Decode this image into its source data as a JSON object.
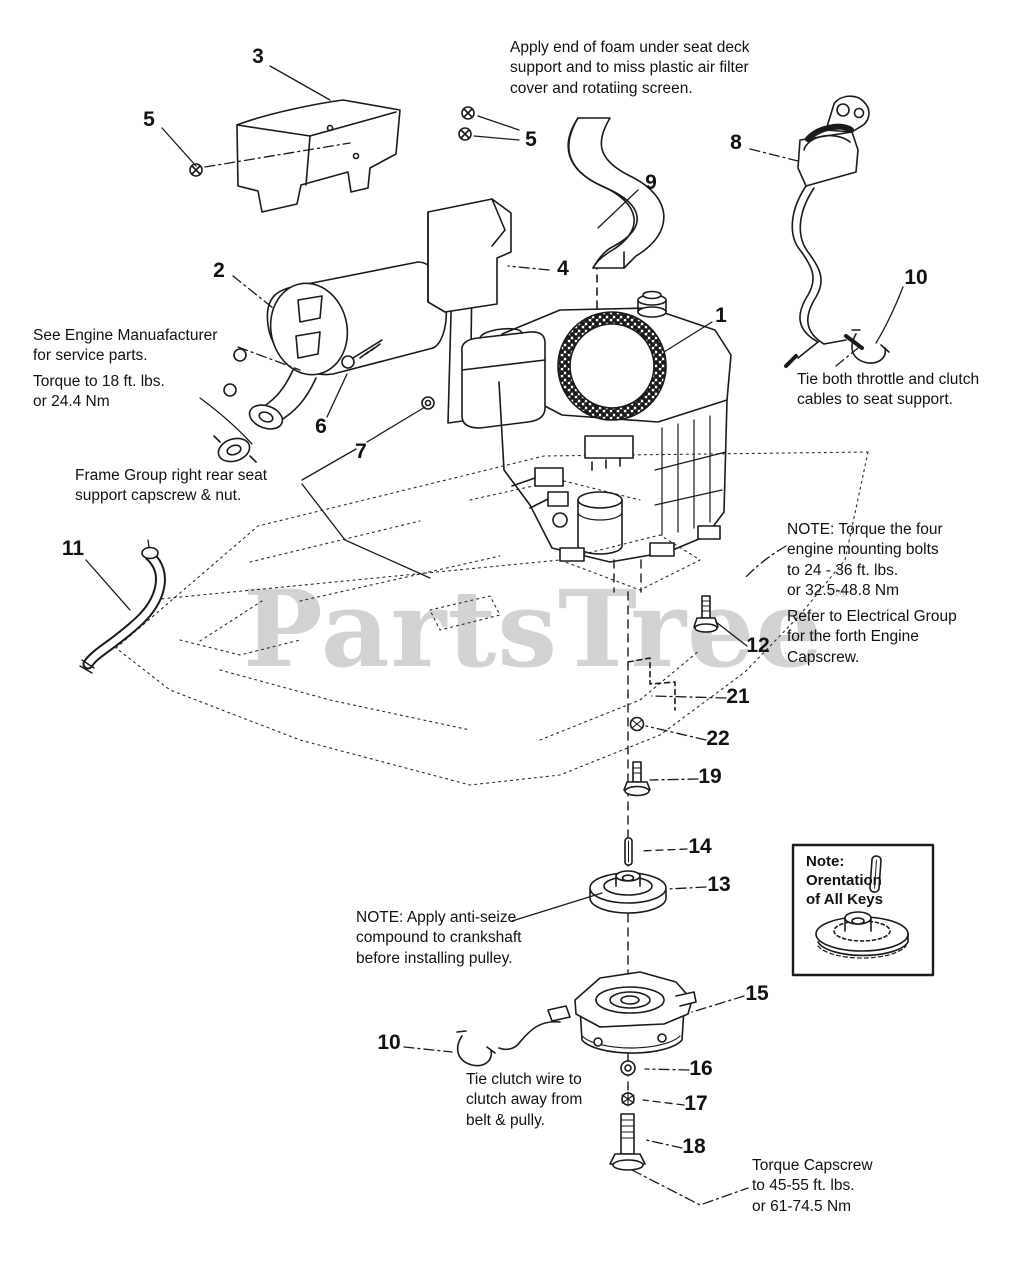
{
  "watermark": {
    "text": "PartsTree",
    "tm": "™",
    "color": "#d3d3d3"
  },
  "notes": {
    "foam": "Apply end of foam under seat deck\nsupport and to miss plastic air filter\ncover and rotatiing screen.",
    "engine_mfr": "See Engine Manuafacturer\nfor service parts.",
    "torque18": "Torque to 18 ft. lbs.\nor 24.4 Nm",
    "frame_group": "Frame Group right rear seat\nsupport capscrew & nut.",
    "tie_cables": "Tie both throttle and clutch\ncables to seat support.",
    "engine_bolts": "NOTE: Torque the four\nengine mounting bolts\nto 24 - 36 ft. lbs.\nor 32.5-48.8 Nm",
    "electrical": "Refer to Electrical Group\nfor the forth Engine\nCapscrew.",
    "key_orientation": "Note:\nOrentation\nof All Keys",
    "antiseize": "NOTE: Apply anti-seize\ncompound to crankshaft\nbefore installing pulley.",
    "tie_clutch": "Tie clutch wire to\nclutch away from\nbelt & pully.",
    "torque_capscrew": "Torque Capscrew\nto 45-55 ft. lbs.\nor 61-74.5 Nm"
  },
  "callouts": [
    {
      "label": "3"
    },
    {
      "label": "5"
    },
    {
      "label": "5"
    },
    {
      "label": "9"
    },
    {
      "label": "8"
    },
    {
      "label": "10"
    },
    {
      "label": "2"
    },
    {
      "label": "4"
    },
    {
      "label": "1"
    },
    {
      "label": "6"
    },
    {
      "label": "7"
    },
    {
      "label": "11"
    },
    {
      "label": "12"
    },
    {
      "label": "21"
    },
    {
      "label": "22"
    },
    {
      "label": "19"
    },
    {
      "label": "14"
    },
    {
      "label": "13"
    },
    {
      "label": "15"
    },
    {
      "label": "10"
    },
    {
      "label": "16"
    },
    {
      "label": "17"
    },
    {
      "label": "18"
    }
  ],
  "colors": {
    "line": "#1a1a1a",
    "watermark": "#d3d3d3"
  }
}
